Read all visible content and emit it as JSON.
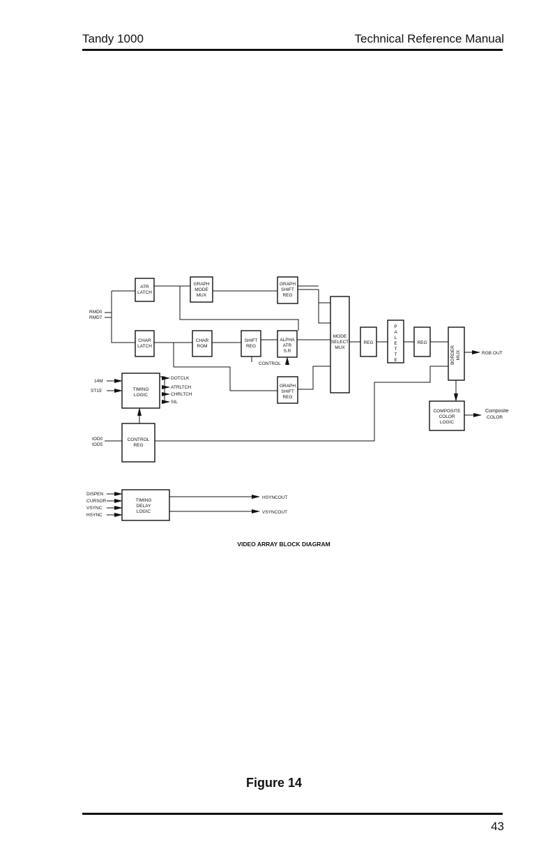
{
  "header": {
    "left": "Tandy 1000",
    "right": "Technical Reference Manual"
  },
  "diagram": {
    "caption": "VIDEO ARRAY BLOCK DIAGRAM",
    "blocks": {
      "atr_latch": [
        "ATR",
        "LATCH"
      ],
      "graph_mode_mux": [
        "GRAPH",
        "MODE",
        "MUX"
      ],
      "graph_shift_reg_top": [
        "GRAPH",
        "SHIFT",
        "REG"
      ],
      "char_latch": [
        "CHAR",
        "LATCH"
      ],
      "char_rom": [
        "CHAR",
        "ROM"
      ],
      "shift_reg": [
        "SHIFT",
        "REG"
      ],
      "alpha_atr_sr": [
        "ALPHA",
        "ATR",
        "S.R"
      ],
      "mode_select_mux": [
        "MODE",
        "SELECT",
        "MUX"
      ],
      "reg_1": [
        "REG"
      ],
      "palette": [
        "P",
        "A",
        "L",
        "E",
        "T",
        "T",
        "E"
      ],
      "reg_2": [
        "REG"
      ],
      "border_mux": [
        "BORDER",
        "MUX"
      ],
      "timing_logic": [
        "TIMING",
        "LOGIC"
      ],
      "graph_shift_reg_bottom": [
        "GRAPH",
        "SHIFT",
        "REG"
      ],
      "composite_color_logic": [
        "COMPOSITE",
        "COLOR",
        "LOGIC"
      ],
      "control_reg": [
        "CONTROL",
        "REG"
      ],
      "timing_delay_logic": [
        "TIMING",
        "DELAY",
        "LOGIC"
      ]
    },
    "signals": {
      "rmd0": "RMD0",
      "rmd7": "RMD7",
      "control": "CONTROL",
      "m14": "14M",
      "st15": "ST15'",
      "dotclk": "DOTCLK",
      "atrltch": "ATRLTCH",
      "chrltch": "CHRLTCH",
      "sil": "SIL",
      "rgb_out": "RGB OUT",
      "composite": "Composite",
      "color": "COLOR",
      "iod0": "IOD0",
      "iod5": "IOD5",
      "dispen": "DISPEN",
      "cursor": "CURSOR",
      "vsync": "VSYNC",
      "hsync": "HSYNC",
      "hsyncout": "HSYNCOUT",
      "vsyncout": "VSYNCOUT"
    }
  },
  "figure_label": "Figure 14",
  "page_number": "43"
}
